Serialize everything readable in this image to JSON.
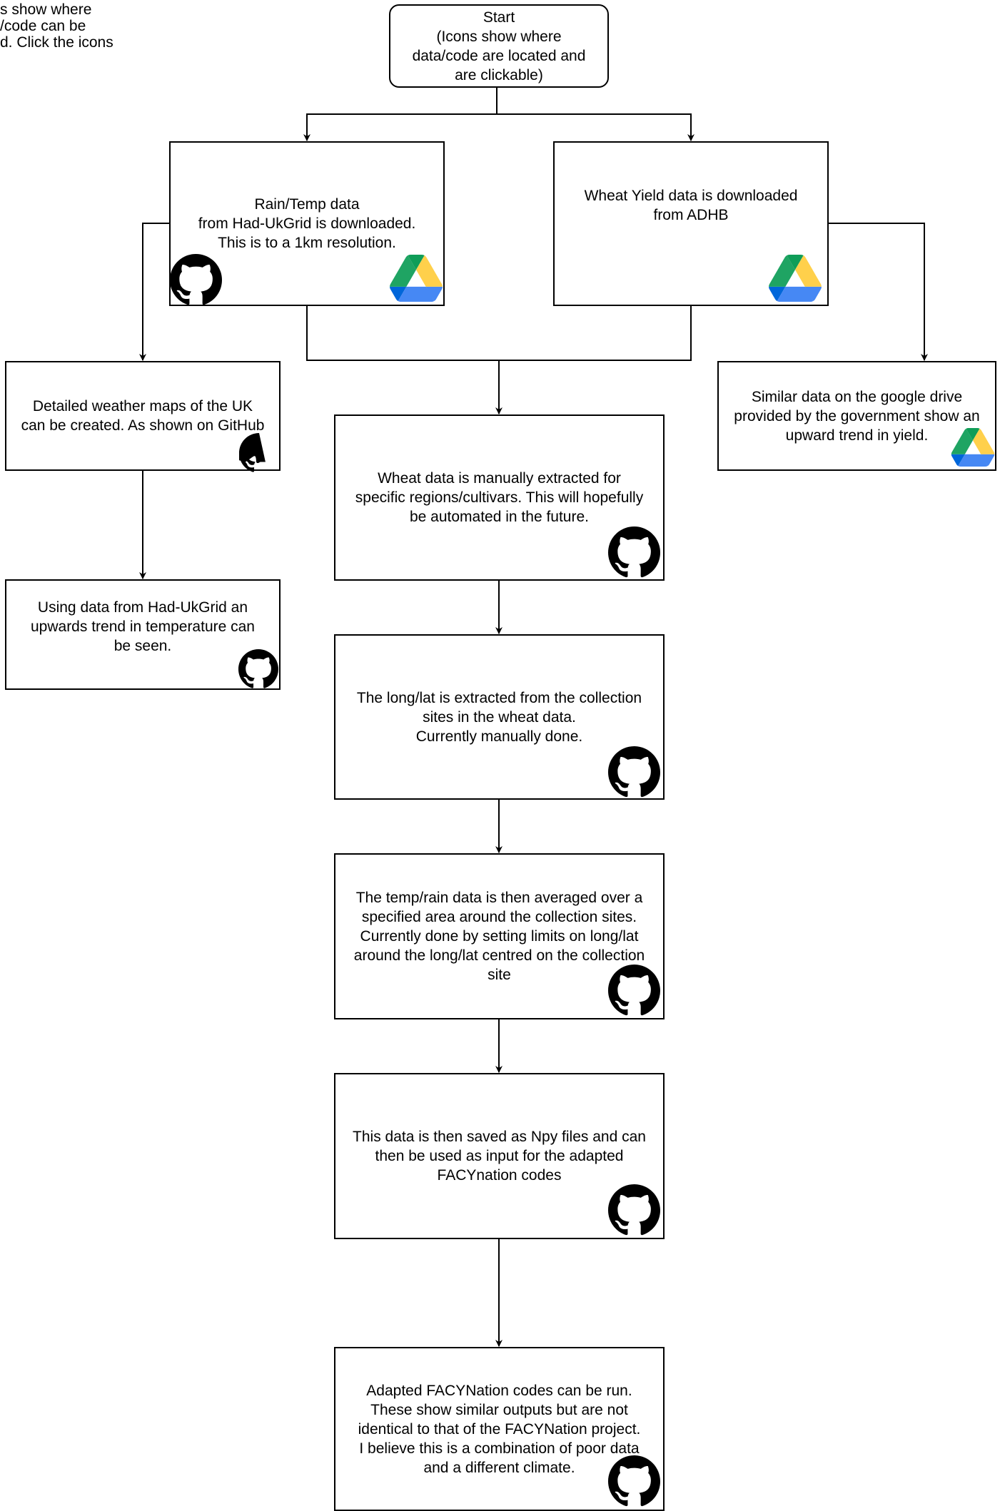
{
  "corner_note": "s show where\n/code can be\nd. Click the icons",
  "nodes": {
    "start": "Start\n(Icons show where\ndata/code are located and\nare clickable)",
    "rain_temp": "Rain/Temp data\nfrom Had-UkGrid is downloaded.\nThis is to a 1km resolution.",
    "wheat_yield": "Wheat Yield data is downloaded\nfrom ADHB",
    "weather_maps": "Detailed weather maps of the UK\ncan be created. As shown on GitHub",
    "similar_data": "Similar data on the google drive\nprovided by the government show an\nupward trend in yield.",
    "temp_trend": "Using data from Had-UkGrid an\nupwards trend in temperature can\nbe seen.",
    "wheat_extract": "Wheat data is manually extracted for\nspecific regions/cultivars. This will hopefully\nbe automated in the future.",
    "longlat": "The long/lat is extracted from the collection\nsites in the wheat data.\nCurrently manually done.",
    "averaging": "The temp/rain data is then averaged over a\nspecified area around the collection sites.\nCurrently done by setting limits on long/lat\naround the long/lat centred on the collection\nsite",
    "saved_npy": "This data is then saved as Npy files and can\nthen be used as input for the adapted\nFACYnation codes",
    "adapted_codes": "Adapted FACYNation codes can be run.\nThese show similar outputs but are not\nidentical to that of the FACYNation project.\nI believe this is a combination of poor data\nand a different climate."
  },
  "icons": {
    "github": "github-icon",
    "drive": "google-drive-icon"
  },
  "colors": {
    "drive_green": "#1FA463",
    "drive_yellow": "#FFD04B",
    "drive_blue": "#4688F4"
  }
}
